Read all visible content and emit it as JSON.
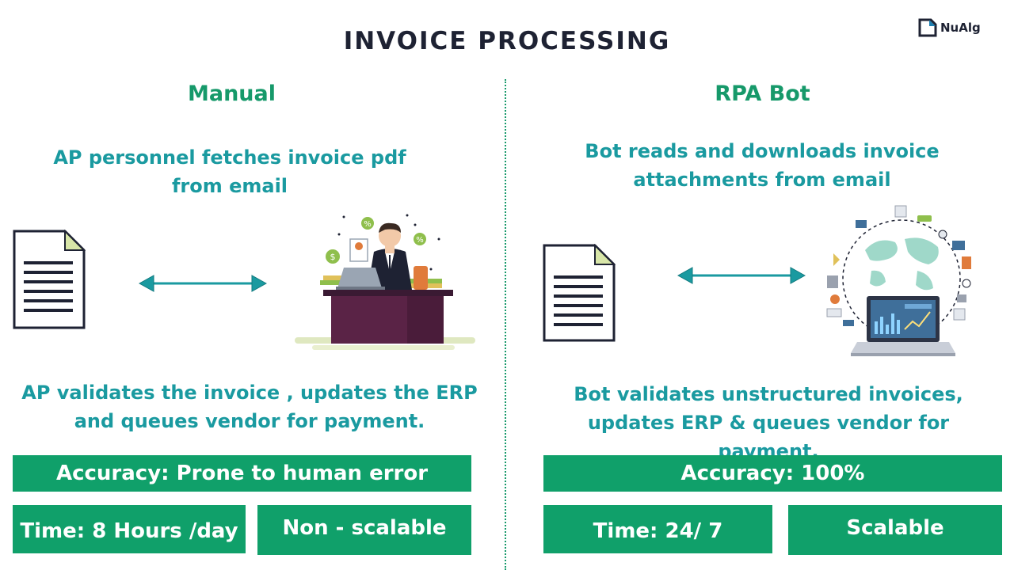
{
  "title": "INVOICE PROCESSING",
  "logo": {
    "text": "NuAlg",
    "icon": "corner-bracket-icon"
  },
  "colors": {
    "green": "#10a06a",
    "teal": "#1a9aa0",
    "dark": "#1e2233"
  },
  "manual": {
    "heading": "Manual",
    "step1": "AP personnel fetches invoice pdf from email",
    "step2": "AP validates the invoice , updates the ERP and queues vendor for payment.",
    "accuracy": "Accuracy: Prone to human error",
    "time": "Time: 8 Hours /day",
    "scalability": "Non - scalable"
  },
  "rpa": {
    "heading": "RPA Bot",
    "step1": "Bot reads and downloads invoice attachments from email",
    "step2": "Bot validates unstructured invoices, updates ERP & queues vendor for payment.",
    "accuracy": "Accuracy: 100%",
    "time": "Time: 24/ 7",
    "scalability": "Scalable"
  }
}
